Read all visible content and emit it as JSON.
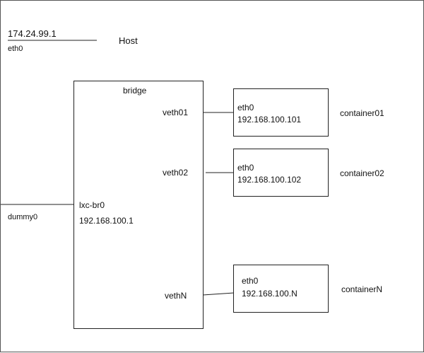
{
  "host": {
    "ip": "174.24.99.1",
    "interface": "eth0",
    "label": "Host"
  },
  "dummy": {
    "label": "dummy0"
  },
  "bridge": {
    "title": "bridge",
    "name": "lxc-br0",
    "ip": "192.168.100.1"
  },
  "containers": [
    {
      "veth": "veth01",
      "iface": "eth0",
      "ip": "192.168.100.101",
      "name": "container01"
    },
    {
      "veth": "veth02",
      "iface": "eth0",
      "ip": "192.168.100.102",
      "name": "container02"
    },
    {
      "veth": "vethN",
      "iface": "eth0",
      "ip": "192.168.100.N",
      "name": "containerN"
    }
  ],
  "colors": {
    "line": "#222222",
    "frame": "#555555",
    "text": "#111111"
  }
}
